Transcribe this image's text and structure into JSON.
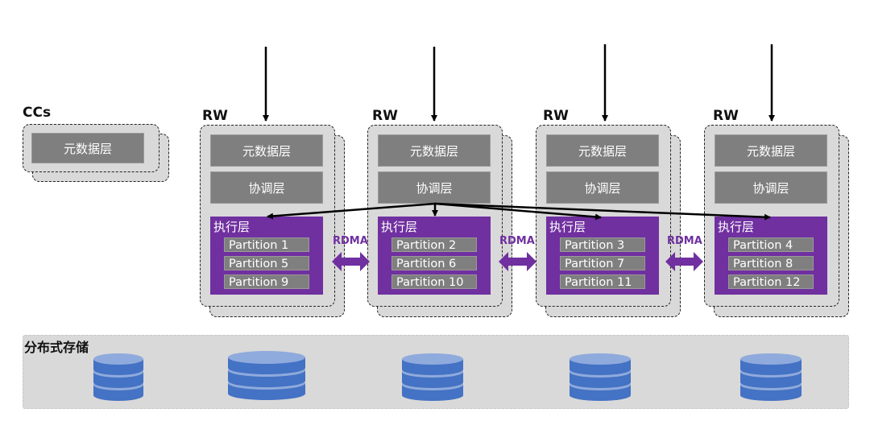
{
  "ccs": {
    "label": "CCs",
    "metadata_layer": "元数据层"
  },
  "rw_nodes": [
    {
      "label": "RW",
      "metadata_layer": "元数据层",
      "coord_layer": "协调层",
      "exec_layer": "执行层",
      "partitions": [
        "Partition 1",
        "Partition 5",
        "Partition 9"
      ]
    },
    {
      "label": "RW",
      "metadata_layer": "元数据层",
      "coord_layer": "协调层",
      "exec_layer": "执行层",
      "partitions": [
        "Partition 2",
        "Partition 6",
        "Partition 10"
      ]
    },
    {
      "label": "RW",
      "metadata_layer": "元数据层",
      "coord_layer": "协调层",
      "exec_layer": "执行层",
      "partitions": [
        "Partition 3",
        "Partition 7",
        "Partition 11"
      ]
    },
    {
      "label": "RW",
      "metadata_layer": "元数据层",
      "coord_layer": "协调层",
      "exec_layer": "执行层",
      "partitions": [
        "Partition 4",
        "Partition 8",
        "Partition 12"
      ]
    }
  ],
  "links": [
    "RDMA",
    "RDMA",
    "RDMA"
  ],
  "storage": {
    "label": "分布式存储",
    "disk_count": 5
  },
  "colors": {
    "exec": "#7030a0",
    "block": "#7f7f7f",
    "panel": "#d9d9d9",
    "disk_dark": "#4472c4",
    "disk_light": "#8faadc"
  }
}
